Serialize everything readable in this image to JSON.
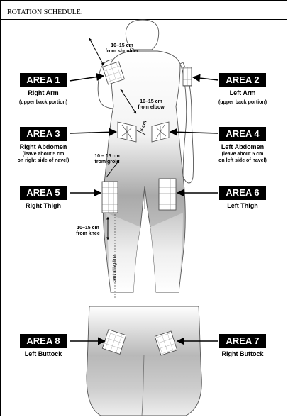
{
  "header": "ROTATION SCHEDULE:",
  "areas": [
    {
      "box": "AREA 1",
      "label": "Right Arm",
      "sub": "(upper back portion)"
    },
    {
      "box": "AREA 2",
      "label": "Left Arm",
      "sub": "(upper back portion)"
    },
    {
      "box": "AREA 3",
      "label": "Right Abdomen",
      "sub": "(leave about 5 cm\non right side of navel)"
    },
    {
      "box": "AREA 4",
      "label": "Left Abdomen",
      "sub": "(leave about 5 cm\non left side of navel)"
    },
    {
      "box": "AREA 5",
      "label": "Right Thigh"
    },
    {
      "box": "AREA 6",
      "label": "Left Thigh"
    },
    {
      "box": "AREA 8",
      "label": "Left Buttock"
    },
    {
      "box": "AREA 7",
      "label": "Right Buttock"
    }
  ],
  "measurements": {
    "shoulder": "10–15 cm\nfrom shoulder",
    "elbow": "10–15 cm\nfrom elbow",
    "navel": "5 cm",
    "groin": "10 – 15 cm\nfrom groin",
    "knee": "10–15 cm\nfrom knee",
    "legline": "central leg line"
  }
}
